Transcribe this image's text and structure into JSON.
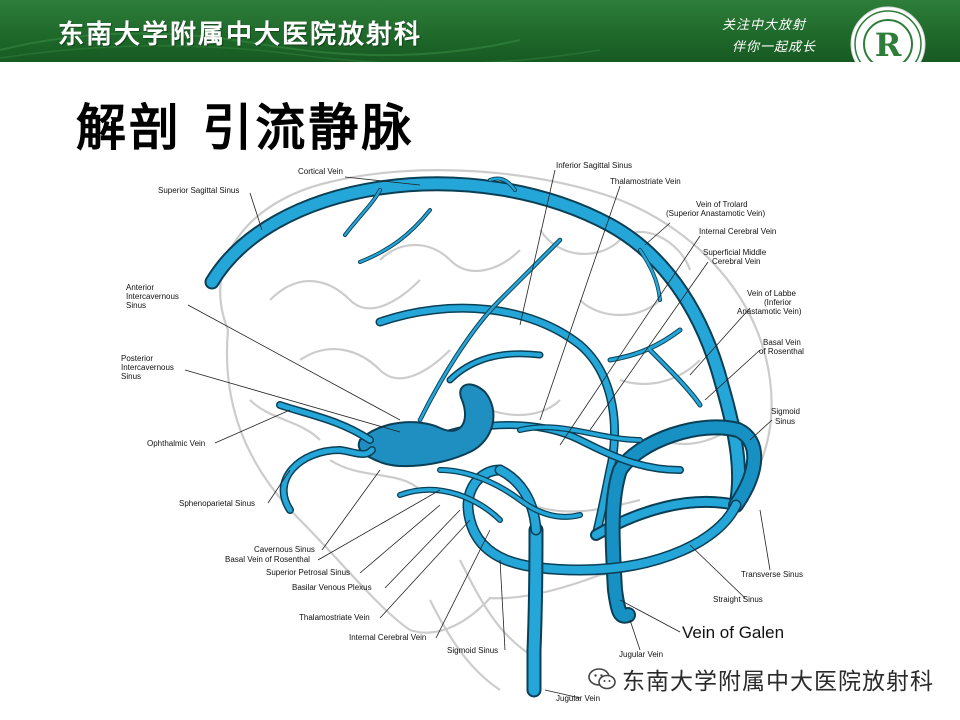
{
  "header": {
    "title": "东南大学附属中大医院放射科",
    "slogan_line1": "关注中大放射",
    "slogan_line2": "伴你一起成长",
    "logo_letter": "R"
  },
  "slide": {
    "title": "解剖 引流静脉"
  },
  "labels": {
    "left": {
      "superior_sagittal_sinus": "Superior Sagittal Sinus",
      "cortical_vein": "Cortical Vein",
      "anterior_intercavernous_1": "Anterior",
      "anterior_intercavernous_2": "Intercavernous",
      "anterior_intercavernous_3": "Sinus",
      "posterior_intercavernous_1": "Posterior",
      "posterior_intercavernous_2": "Intercavernous",
      "posterior_intercavernous_3": "Sinus",
      "ophthalmic_vein": "Ophthalmic Vein",
      "sphenoparietal_sinus": "Sphenoparietal Sinus"
    },
    "right": {
      "inferior_sagittal_sinus": "Inferior Sagittal Sinus",
      "thalamostriate_vein_top": "Thalamostriate Vein",
      "vein_of_trolard_1": "Vein of Trolard",
      "vein_of_trolard_2": "(Superior Anastamotic Vein)",
      "internal_cerebral_vein_top": "Internal Cerebral Vein",
      "superficial_middle_1": "Superficial Middle",
      "superficial_middle_2": "Cerebral Vein",
      "vein_of_labbe_1": "Vein of Labbe",
      "vein_of_labbe_2": "(Inferior",
      "vein_of_labbe_3": "Anastamotic Vein)",
      "basal_vein_1": "Basal Vein",
      "basal_vein_2": "of Rosenthal",
      "sigmoid_sinus_1": "Sigmoid",
      "sigmoid_sinus_2": "Sinus",
      "transverse_sinus": "Transverse Sinus",
      "straight_sinus": "Straight Sinus",
      "vein_of_galen": "Vein of Galen",
      "jugular_vein_right": "Jugular Vein"
    },
    "bottom": {
      "cavernous_sinus": "Cavernous Sinus",
      "basal_vein_rosenthal": "Basal Vein of Rosenthal",
      "superior_petrosal_sinus": "Superior Petrosal Sinus",
      "basilar_venous_plexus": "Basilar Venous Plexus",
      "thalamostriate_vein": "Thalamostriate Vein",
      "internal_cerebral_vein": "Internal Cerebral Vein",
      "sigmoid_sinus": "Sigmoid Sinus",
      "jugular_vein": "Jugular Vein"
    }
  },
  "watermark": {
    "text": "东南大学附属中大医院放射科"
  },
  "colors": {
    "header_green": "#1f6a2b",
    "vein_fill": "#25a6d8",
    "vein_dark": "#0f6e96",
    "vein_outline": "#0b3f55",
    "brain_outline": "#cfcfcf"
  }
}
